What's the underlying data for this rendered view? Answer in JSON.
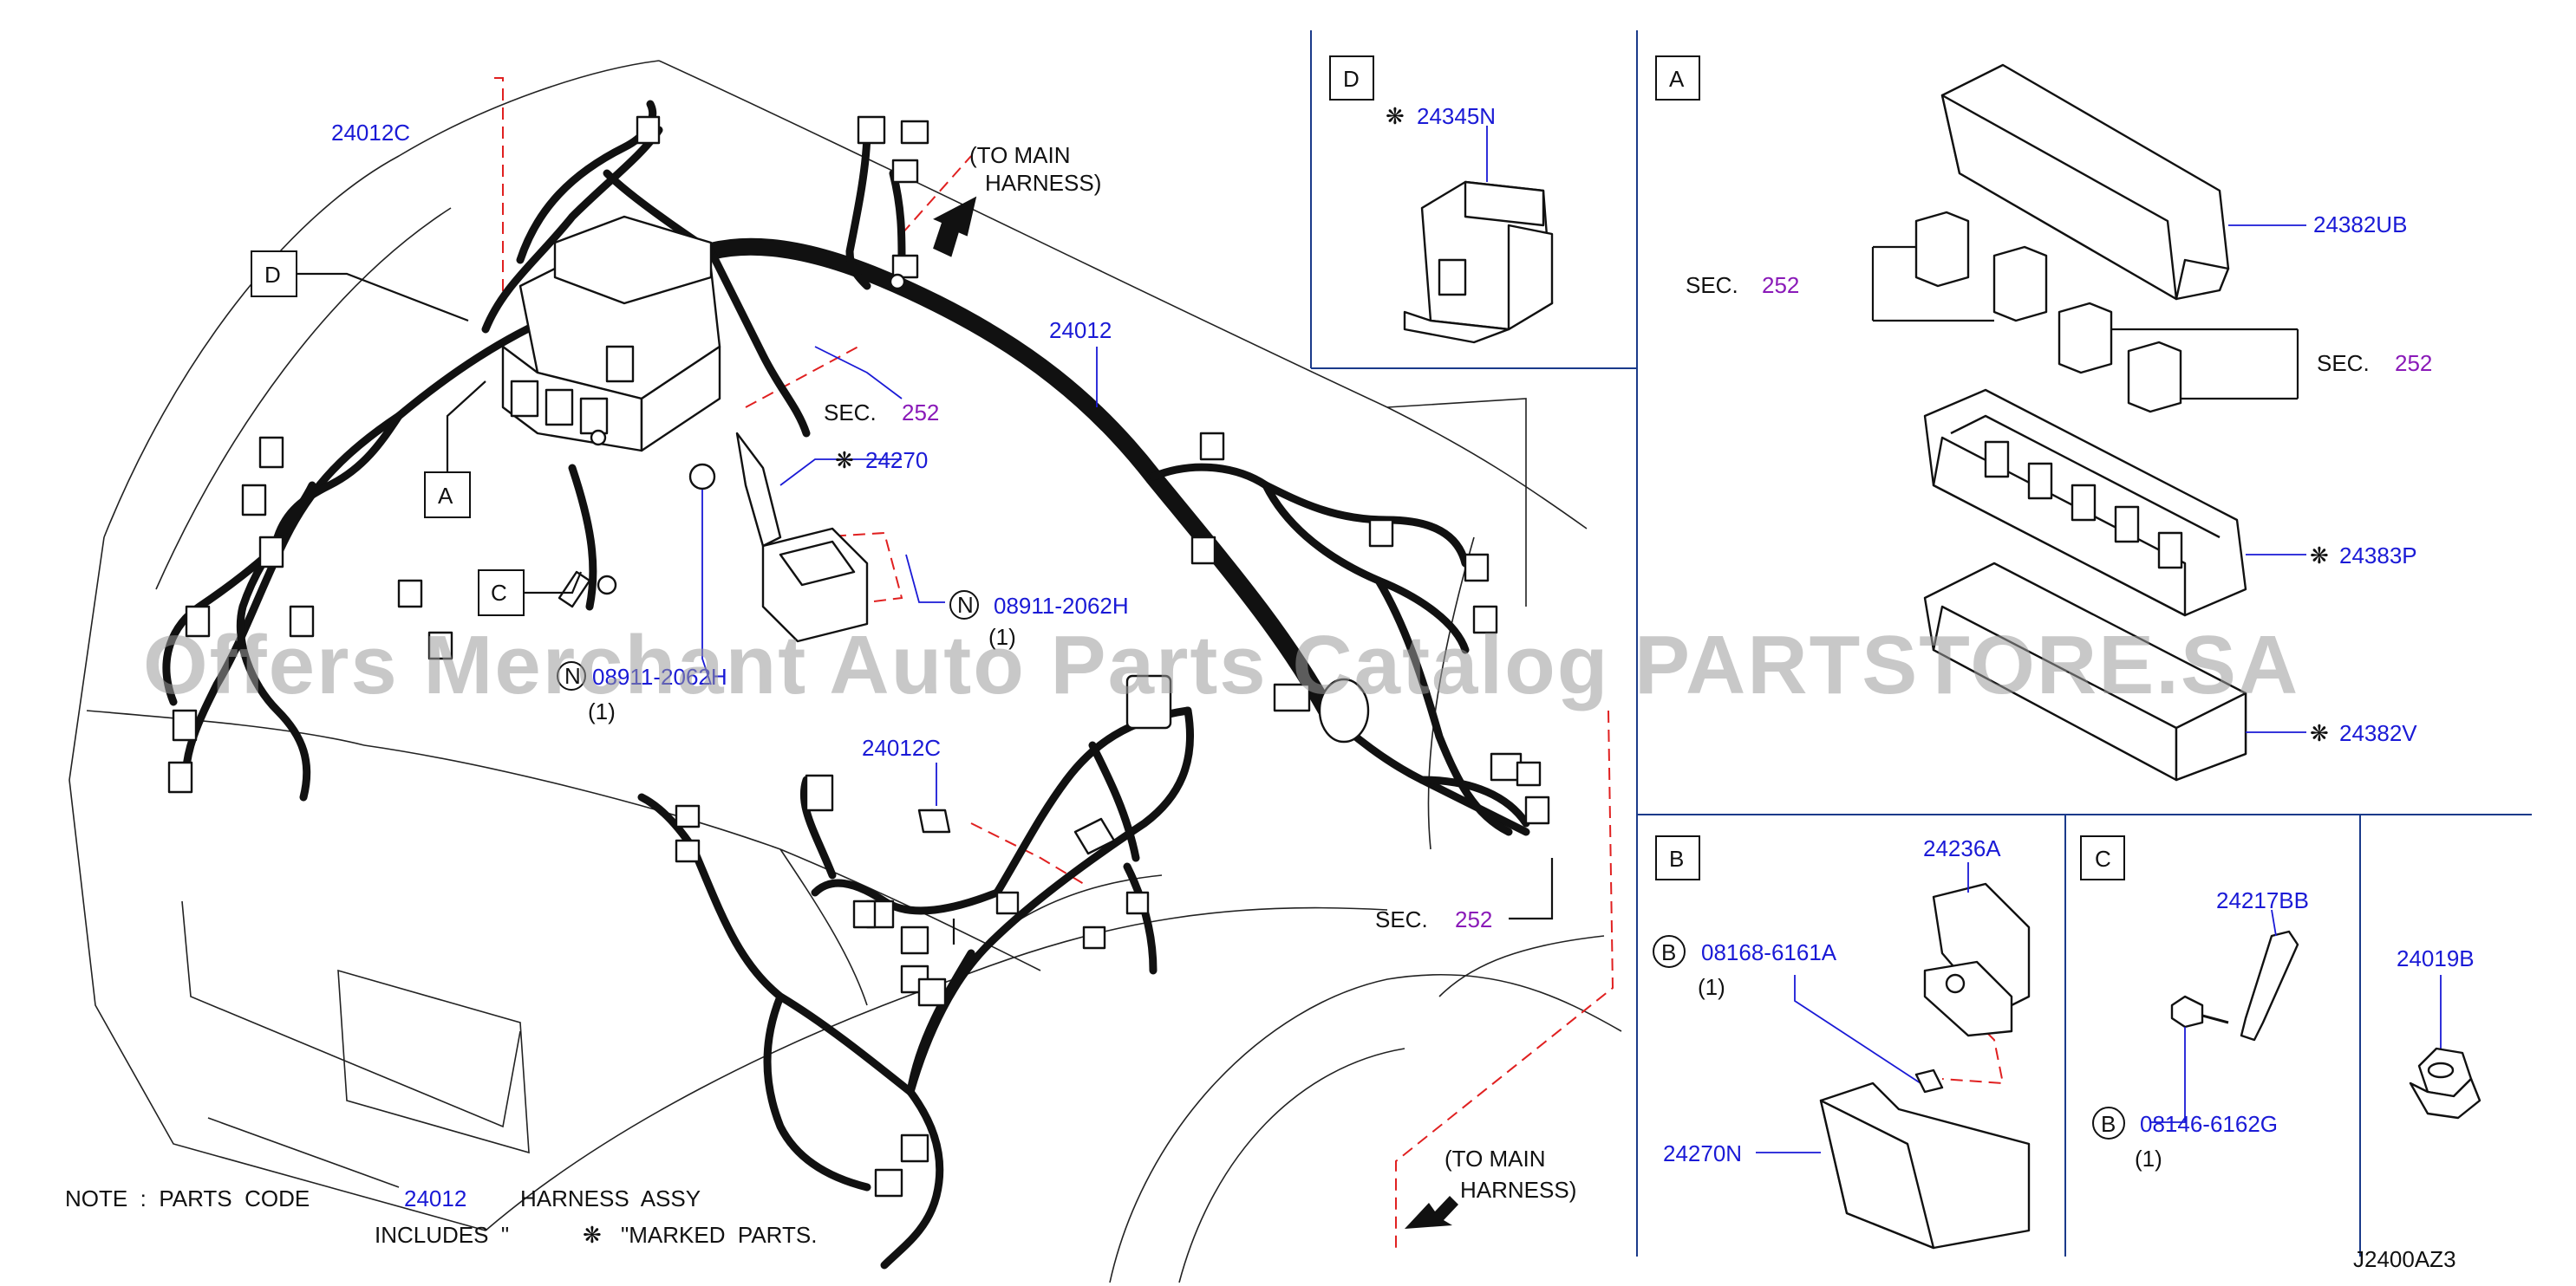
{
  "watermark": "Offers Merchant Auto Parts Catalog PARTSTORE.SA",
  "diagram_code": "J2400AZ3",
  "note": {
    "line1_prefix": "NOTE  :  PARTS  CODE",
    "line1_code": "24012",
    "line1_suffix": "HARNESS  ASSY",
    "line2_prefix": "INCLUDES  \"",
    "line2_suffix": "\"MARKED  PARTS."
  },
  "main_view": {
    "boxes": {
      "D": "D",
      "A": "A",
      "C": "C"
    },
    "labels": {
      "p24012C_top": "24012C",
      "p24012": "24012",
      "p24270": "24270",
      "p24012C_mid": "24012C",
      "sec_text": "SEC.",
      "sec_num": "252",
      "bolt_n": "08911-2062H",
      "bolt_n2": "08911-2062H",
      "qty1": "(1)",
      "qty2": "(1)",
      "n_badge": "N"
    },
    "to_main_1": {
      "line1": "(TO  MAIN",
      "line2": "HARNESS)"
    },
    "to_main_2": {
      "line1": "(TO  MAIN",
      "line2": "HARNESS)"
    }
  },
  "panel_D": {
    "box": "D",
    "part": "24345N"
  },
  "panel_A": {
    "box": "A",
    "cover": "24382UB",
    "fusebox": "24383P",
    "lower": "24382V",
    "sec_text": "SEC.",
    "sec_num": "252"
  },
  "panel_B": {
    "box": "B",
    "bracket": "24236A",
    "bolt": "08168-6161A",
    "qty": "(1)",
    "cover": "24270N",
    "badge": "B"
  },
  "panel_C": {
    "box": "C",
    "bracket": "24217BB",
    "bolt": "08146-6162G",
    "qty": "(1)",
    "badge": "B"
  },
  "panel_nut": {
    "part": "24019B"
  }
}
